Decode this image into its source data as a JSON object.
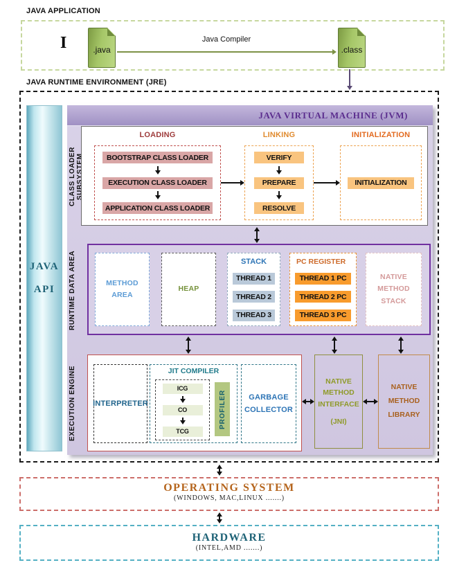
{
  "app": {
    "label": "JAVA APPLICATION",
    "cursor": "I",
    "java_file": ".java",
    "class_file": ".class",
    "compiler": "Java Compiler"
  },
  "jre_label": "JAVA  RUNTIME ENVIRONMENT (JRE)",
  "api": {
    "line1": "JAVA",
    "line2": "API"
  },
  "jvm_title": "JAVA VIRTUAL  MACHINE (JVM)",
  "class_loader": {
    "side_label": "CLASS LOADER SUBSYSTEM",
    "loading": {
      "title": "LOADING",
      "items": [
        "BOOTSTRAP CLASS LOADER",
        "EXECUTION CLASS LOADER",
        "APPLICATION CLASS LOADER"
      ]
    },
    "linking": {
      "title": "LINKING",
      "items": [
        "VERIFY",
        "PREPARE",
        "RESOLVE"
      ]
    },
    "initialization": {
      "title": "INITIALIZATION",
      "item": "INITIALIZATION"
    }
  },
  "runtime": {
    "side_label": "RUNTIME DATA AREA",
    "method_area": "METHOD AREA",
    "heap": "HEAP",
    "stack": {
      "title": "STACK",
      "threads": [
        "THREAD 1",
        "THREAD 2",
        "THREAD 3"
      ]
    },
    "pc_register": {
      "title": "PC REGISTER",
      "threads": [
        "THREAD 1 PC",
        "THREAD 2 PC",
        "THREAD 3 PC"
      ]
    },
    "native_method_stack": "NATIVE METHOD STACK"
  },
  "execution": {
    "side_label": "EXECUTION ENGINE",
    "interpreter": "INTERPRETER",
    "jit": {
      "title": "JIT COMPILER",
      "stages": [
        "ICG",
        "CO",
        "TCG"
      ],
      "profiler": "PROFILER"
    },
    "garbage_collector": "GARBAGE COLLECTOR"
  },
  "native_interface": {
    "title": "NATIVE METHOD INTERFACE",
    "sub": "(JNI)"
  },
  "native_library": {
    "title": "NATIVE METHOD LIBRARY"
  },
  "os": {
    "title": "OPERATING SYSTEM",
    "subtitle": "(WINDOWS, MAC,LINUX .......)"
  },
  "hardware": {
    "title": "HARDWARE",
    "subtitle": "(INTEL,AMD .......)"
  },
  "colors": {
    "jvm_accent": "#7030a0",
    "jvm_title": "#5b2d8e",
    "loading_title": "#9e3b3b",
    "linking_title": "#e08a2e",
    "init_title": "#e2691e",
    "stack_title": "#2e75b6",
    "pc_title": "#cd6a2a",
    "method_area_text": "#5b9bd5",
    "heap_text": "#76923c",
    "nms_text": "#d49a9a",
    "jni_text": "#8f9a2a",
    "nml_text": "#a9611f",
    "os_title": "#b5651d",
    "hw_title": "#1f6377",
    "file_icon_green": "#a6c768",
    "thread_blue": "#b9c9d9",
    "pc_orange": "#f89b2d",
    "pink_loader": "#d9a6a6",
    "linking_orange": "#f9c47f"
  }
}
